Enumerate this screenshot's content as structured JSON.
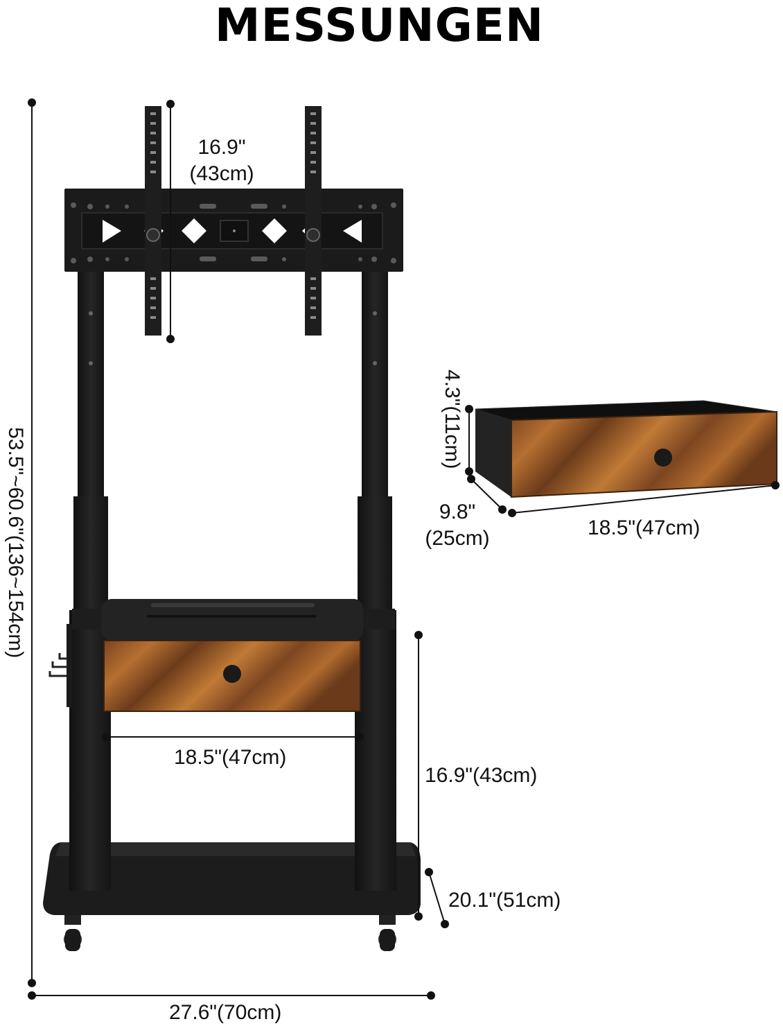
{
  "title": "MESSUNGEN",
  "dimensions": {
    "mount_width": "16.9\"",
    "mount_width_cm": "(43cm)",
    "total_height": "53.5\"~60.6\"(136~154cm)",
    "drawer_height": "4.3\"(11cm)",
    "drawer_depth": "9.8\"",
    "drawer_depth_cm": "(25cm)",
    "drawer_width": "18.5\"(47cm)",
    "shelf_width": "18.5\"(47cm)",
    "shelf_height": "16.9\"(43cm)",
    "base_depth": "20.1\"(51cm)",
    "base_width": "27.6\"(70cm)"
  },
  "colors": {
    "stand": "#1e1e1e",
    "wood_light": "#b06a2c",
    "wood_dark": "#5a3418",
    "dim_line": "#111111"
  }
}
